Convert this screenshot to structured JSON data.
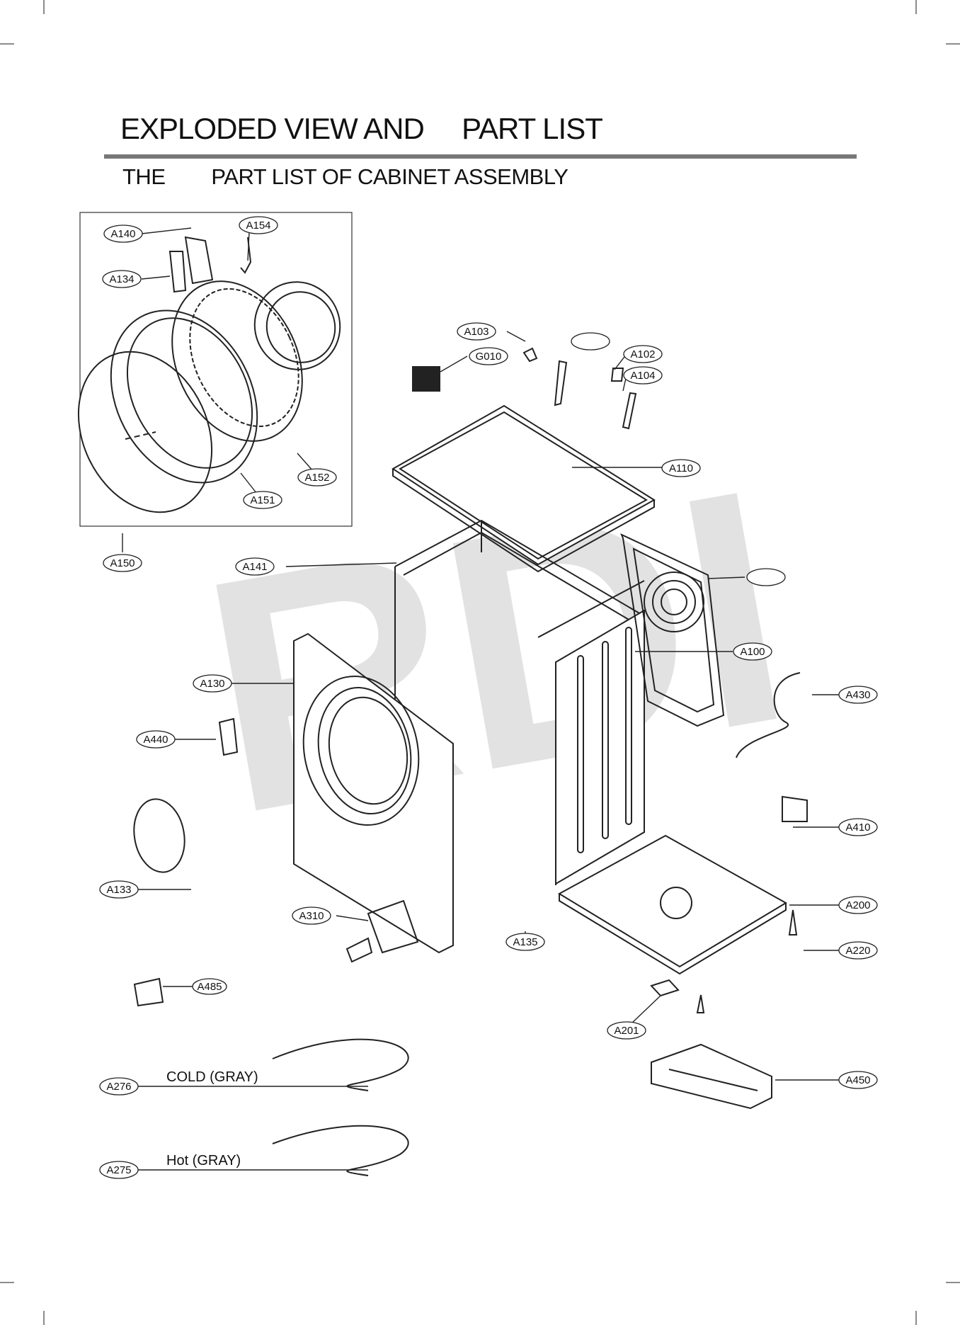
{
  "page": {
    "title": "EXPLODED VIEW AND     PART LIST",
    "subtitle": "THE        PART LIST OF CABINET ASSEMBLY",
    "watermark": "RDI"
  },
  "parts": {
    "A140": "A140",
    "A154": "A154",
    "A134": "A134",
    "A151": "A151",
    "A152": "A152",
    "A150": "A150",
    "A103": "A103",
    "G010": "G010",
    "A102": "A102",
    "A104": "A104",
    "A110": "A110",
    "A141": "A141",
    "A100": "A100",
    "A130": "A130",
    "A440": "A440",
    "A430": "A430",
    "A410": "A410",
    "A133": "A133",
    "A310": "A310",
    "A135": "A135",
    "A200": "A200",
    "A220": "A220",
    "A485": "A485",
    "A201": "A201",
    "A276": "A276",
    "A450": "A450",
    "A275": "A275"
  },
  "hoses": {
    "cold": "COLD (GRAY)",
    "hot": "Hot (GRAY)"
  },
  "colors": {
    "rule": "#777777",
    "line": "#222222",
    "watermark": "#d6d6d6"
  }
}
